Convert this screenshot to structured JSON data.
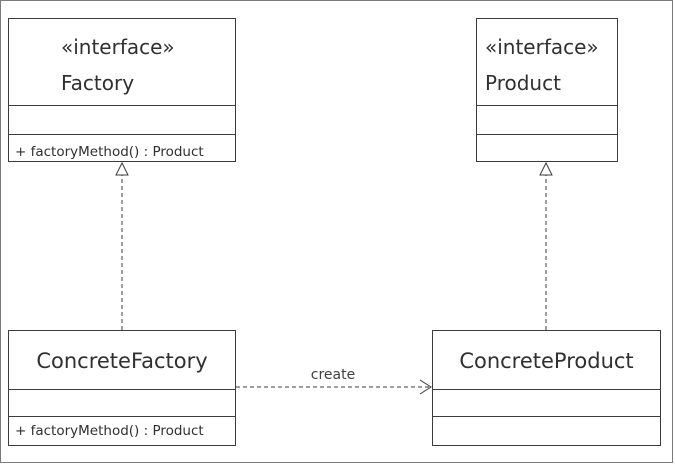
{
  "factory": {
    "stereotype": "«interface»",
    "name": "Factory",
    "operation": "+ factoryMethod() : Product"
  },
  "product": {
    "stereotype": "«interface»",
    "name": "Product"
  },
  "concrete_factory": {
    "name": "ConcreteFactory",
    "operation": "+ factoryMethod() : Product"
  },
  "concrete_product": {
    "name": "ConcreteProduct"
  },
  "relations": {
    "create_label": "create"
  },
  "colors": {
    "stroke": "#3c3c3c",
    "text": "#303030",
    "frame": "#7a7a7a"
  }
}
